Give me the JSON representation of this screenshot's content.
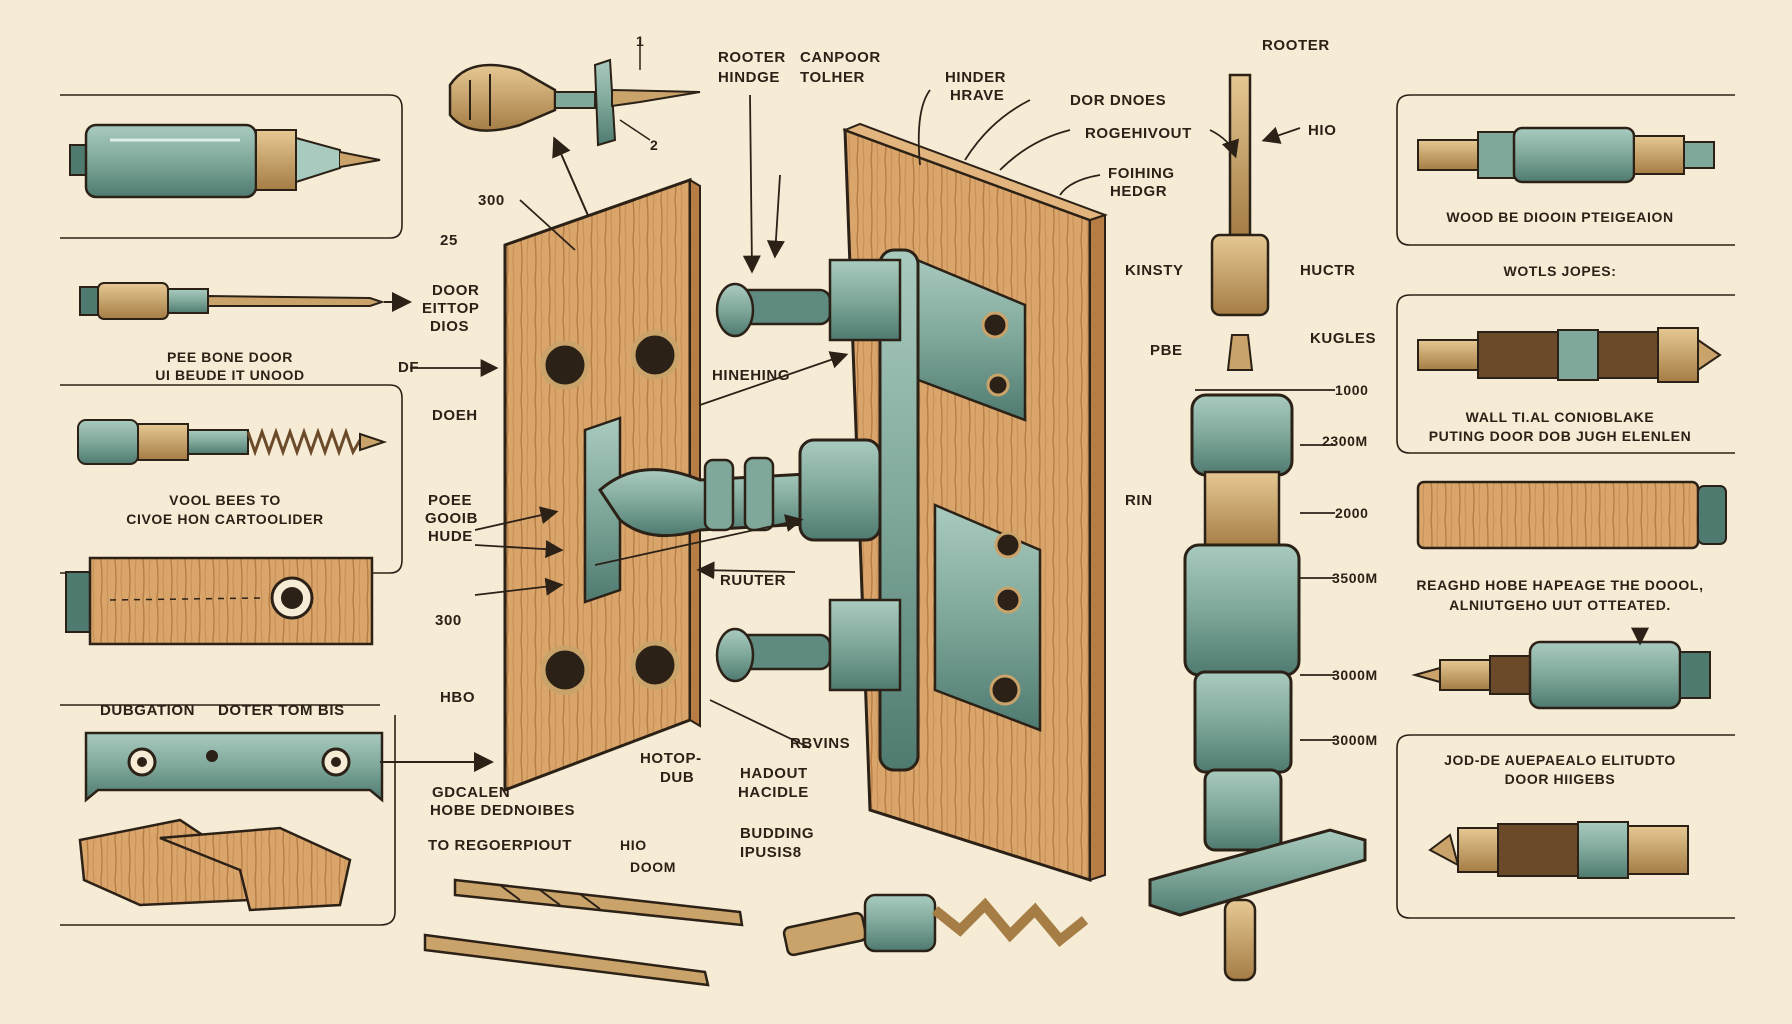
{
  "colors": {
    "background": "#f6ecd6",
    "ink": "#2b2117",
    "wood": "#d9a56b",
    "wood_dark": "#b77d45",
    "metal": "#7fa89a",
    "metal_dark": "#4f7a70",
    "brass": "#c9a36a"
  },
  "labels": {
    "top_left_block_a": "ROOTER",
    "top_left_block_b": "HINDGE",
    "top_right_block_a": "CANPOOR",
    "top_right_block_b": "TOLHER",
    "hinder_a": "HINDER",
    "hinder_b": "HRAVE",
    "door_dnoes": "DOR DNOES",
    "rogehivout": "ROGEHIVOUT",
    "foihing_a": "FOIHING",
    "foihing_b": "HEDGR",
    "router_top": "ROOTER",
    "hio": "HIO",
    "kinsty": "KINSTY",
    "huctr": "HUCTR",
    "pbe": "PBE",
    "kugles": "KUGLES",
    "rin": "RIN",
    "num_1000": "1000",
    "num_2300m": "2300M",
    "num_2000": "2000",
    "num_3500m": "3500M",
    "num_3000m_a": "3000M",
    "num_3000m_b": "3000M",
    "num_300_top": "300",
    "num_25": "25",
    "num_1": "1",
    "num_2": "2",
    "door_a": "DOOR",
    "door_b": "EITTOP",
    "door_c": "DIOS",
    "df": "DF",
    "doeh": "DOEH",
    "poee_a": "POEE",
    "poee_b": "GOOIB",
    "poee_c": "HUDE",
    "num_300_mid": "300",
    "hbo": "HBO",
    "hinehing": "HINEHING",
    "ruuter": "RUUTER",
    "rbvins": "RBVINS",
    "hotop_a": "HOTOP-",
    "hotop_b": "DUB",
    "hadout_a": "HADOUT",
    "hadout_b": "HACIDLE",
    "budding_a": "BUDDING",
    "budding_b": "IPUSIS8",
    "hio_doom_a": "HIO",
    "hio_doom_b": "DOOM",
    "gdcalen_a": "GDCALEN",
    "gdcalen_b": "HOBE DEDNOIBES",
    "gdcalen_c": "TO REGOERPIOUT",
    "dubgation": "DUBGATION",
    "doter_tom_bis": "DOTER TOM BIS",
    "left_caption_1a": "PEE BONE DOOR",
    "left_caption_1b": "UI BEUDE IT UNOOD",
    "left_caption_2a": "VOOL BEES TO",
    "left_caption_2b": "CIVOE HON CARTOOLIDER",
    "right_caption_1": "WOOD BE DIOOIN PTEIGEAION",
    "right_caption_2": "WOTLS JOPES:",
    "right_caption_3a": "WALL TI.AL CONIOBLAKE",
    "right_caption_3b": "PUTING DOOR DOB JUGH ELENLEN",
    "right_caption_4a": "REAGHD HOBE HAPEAGE THE DOOOL,",
    "right_caption_4b": "ALNIUTGEHO UUT OTTEATED.",
    "right_caption_5a": "JOD-DE AUEPAEALO ELITUDTO",
    "right_caption_5b": "DOOR HIIGEBS"
  }
}
